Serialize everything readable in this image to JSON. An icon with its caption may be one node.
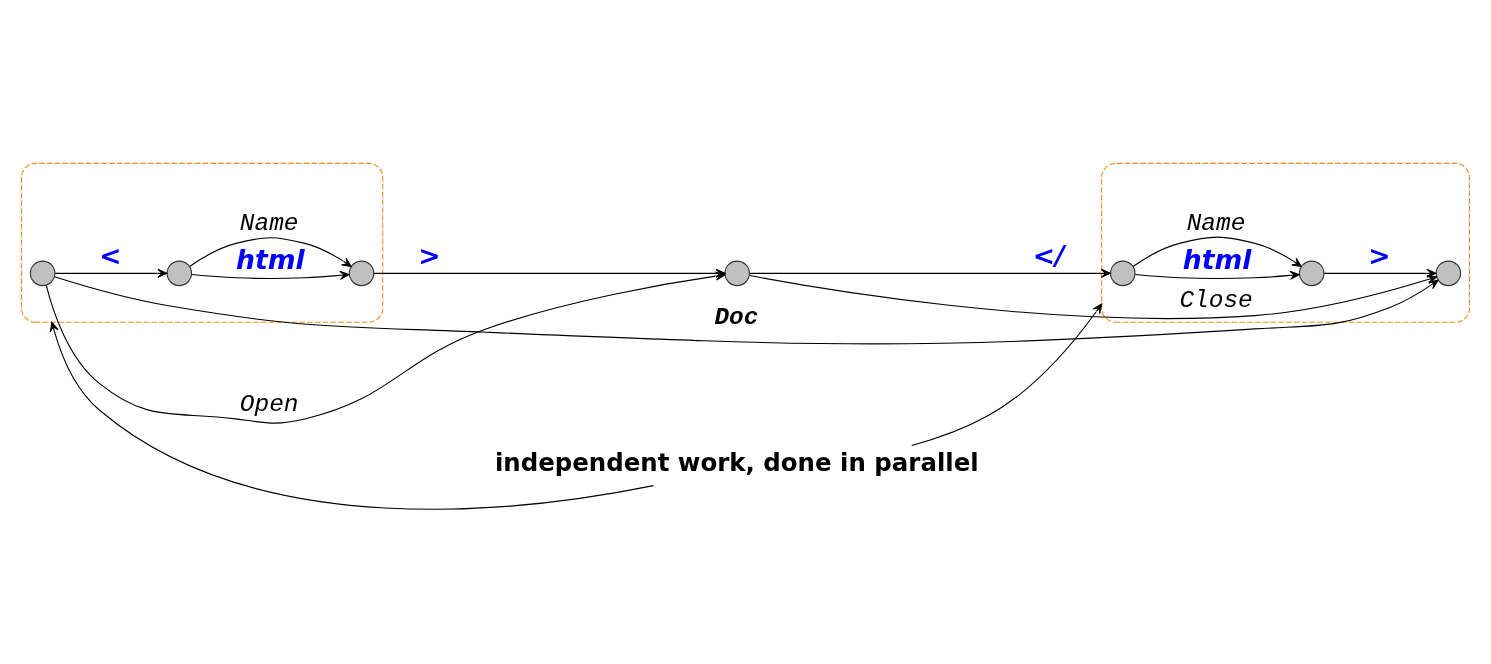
{
  "diagram": {
    "nodes": [
      {
        "text": [],
        "shape": "box"
      },
      {
        "text": [],
        "shape": "box"
      },
      {
        "text": [],
        "shape": "circle",
        "in": 0
      },
      {
        "text": [],
        "shape": "circle",
        "in": 0
      },
      {
        "text": [],
        "shape": "circle",
        "in": 0
      },
      {
        "text": [],
        "shape": "circle"
      },
      {
        "text": [],
        "shape": "circle",
        "in": 1
      },
      {
        "text": [],
        "shape": "circle",
        "in": 1
      },
      {
        "text": [],
        "shape": "circle",
        "in": 1
      },
      {
        "text": [
          "independent work, done in parallel"
        ]
      }
    ],
    "edges": [
      {
        "from": 2,
        "to": 3,
        "arrow": "to",
        "label": "<"
      },
      {
        "from": 3,
        "to": 4,
        "arrow": "to",
        "label": "html"
      },
      {
        "from": 4,
        "to": 5,
        "arrow": "to",
        "label": ">"
      },
      {
        "from": 5,
        "to": 6,
        "arrow": "to",
        "label": "</"
      },
      {
        "from": 6,
        "to": 7,
        "arrow": "to",
        "label": "html"
      },
      {
        "from": 7,
        "to": 8,
        "arrow": "to",
        "label": ">"
      },
      {
        "from": 3,
        "to": 4,
        "arrow": "to",
        "label": "Name"
      },
      {
        "from": 2,
        "to": 5,
        "arrow": "to",
        "label": "Open"
      },
      {
        "from": 6,
        "to": 7,
        "arrow": "to",
        "label": "Name"
      },
      {
        "from": 5,
        "to": 8,
        "arrow": "to",
        "label": "Close"
      },
      {
        "from": 2,
        "to": 8,
        "arrow": "to",
        "label": "Doc"
      },
      {
        "from": 9,
        "to": 0,
        "arrow": "to"
      },
      {
        "from": 9,
        "to": 1,
        "arrow": "to"
      }
    ]
  }
}
